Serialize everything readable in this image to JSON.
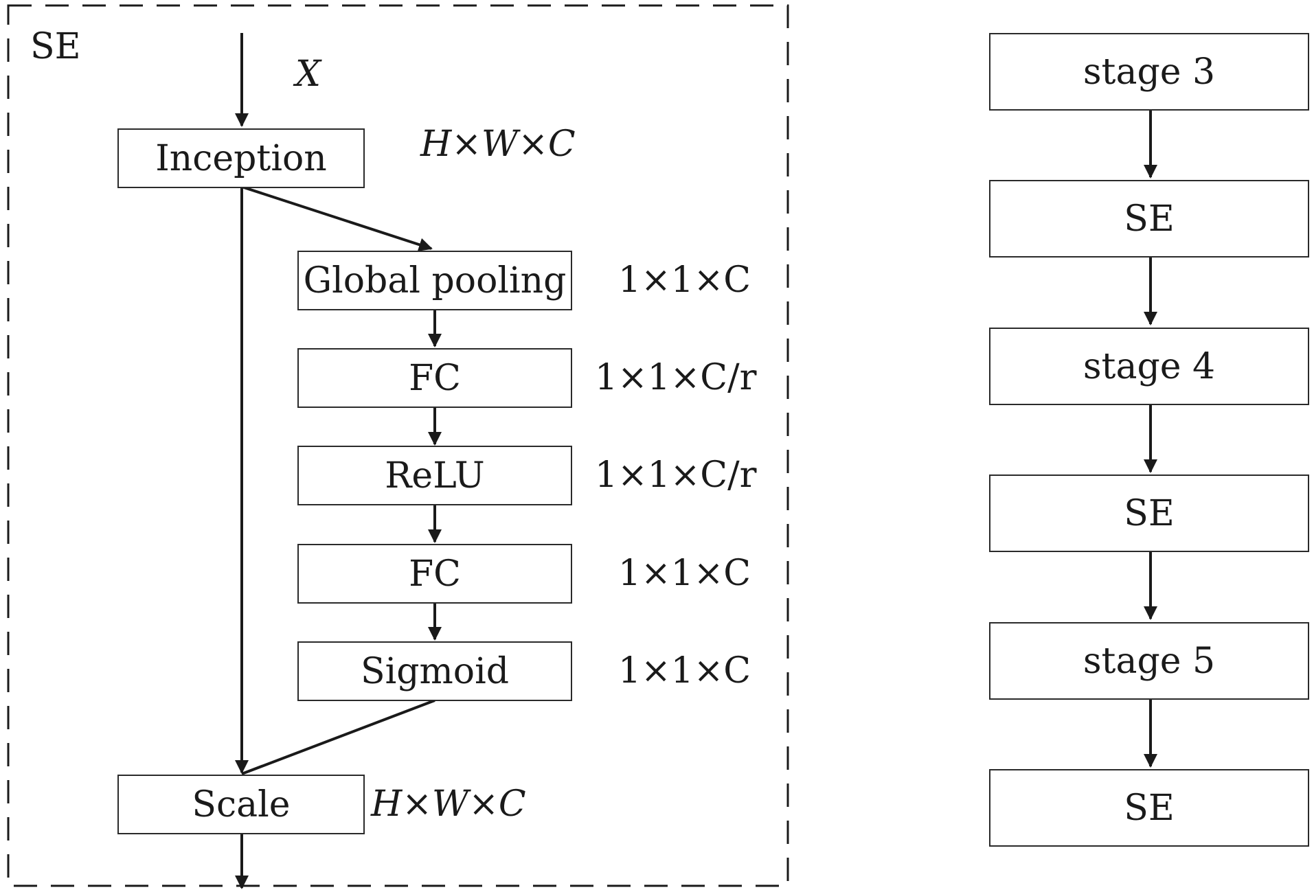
{
  "se_block": {
    "label": "SE",
    "input_label": "X",
    "inception": "Inception",
    "inception_dim": "H×W×C",
    "global_pooling": "Global pooling",
    "global_pooling_dim": "1×1×C",
    "fc1": "FC",
    "fc1_dim": "1×1×C/r",
    "relu": "ReLU",
    "relu_dim": "1×1×C/r",
    "fc2": "FC",
    "fc2_dim": "1×1×C",
    "sigmoid": "Sigmoid",
    "sigmoid_dim": "1×1×C",
    "scale": "Scale",
    "scale_dim": "H×W×C"
  },
  "pipeline": {
    "stage3": "stage 3",
    "se1": "SE",
    "stage4": "stage 4",
    "se2": "SE",
    "stage5": "stage 5",
    "se3": "SE"
  },
  "colors": {
    "line": "#1a1a1a",
    "border": "#2a2a2a",
    "background": "#ffffff"
  }
}
